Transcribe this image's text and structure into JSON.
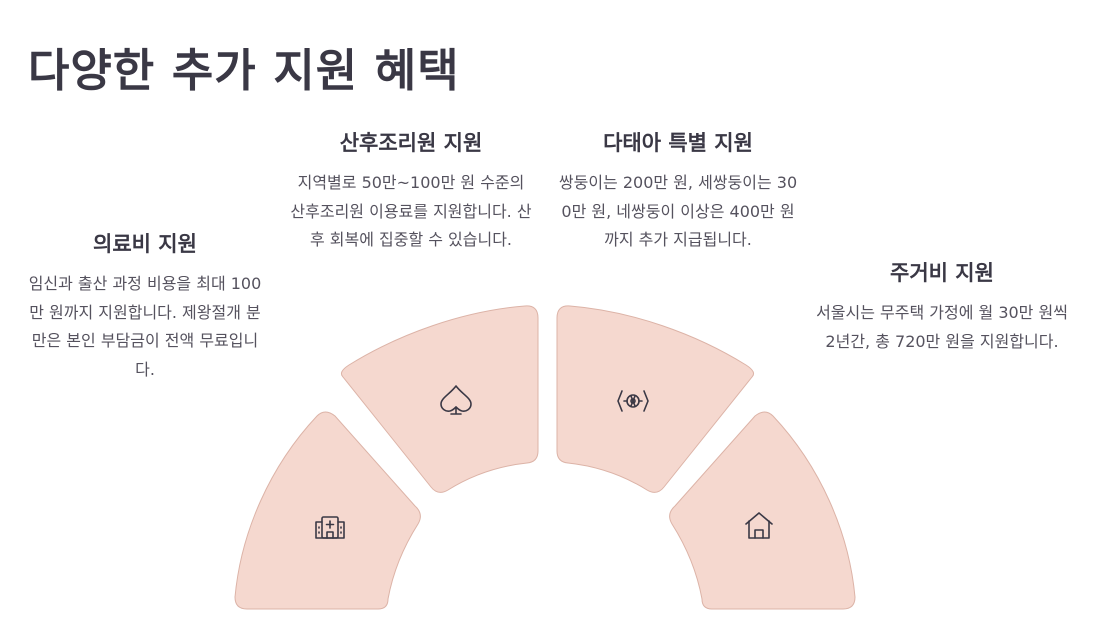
{
  "page": {
    "title": "다양한 추가 지원 혜택"
  },
  "benefits": [
    {
      "id": "medical",
      "title": "의료비 지원",
      "description": "임신과 출산 과정 비용을 최대 100만 원까지 지원합니다. 제왕절개 분만은 본인 부담금이 전액 무료입니다.",
      "icon": "hospital-icon"
    },
    {
      "id": "postnatal",
      "title": "산후조리원 지원",
      "description": "지역별로 50만~100만 원 수준의 산후조리원 이용료를 지원합니다. 산후 회복에 집중할 수 있습니다.",
      "icon": "spade-icon"
    },
    {
      "id": "multiple-birth",
      "title": "다태아 특별 지원",
      "description": "쌍둥이는 200만 원, 세쌍둥이는 300만 원, 네쌍둥이 이상은 400만 원까지 추가 지급됩니다.",
      "icon": "tie-fighter-icon"
    },
    {
      "id": "housing",
      "title": "주거비 지원",
      "description": "서울시는 무주택 가정에 월 30만 원씩 2년간, 총 720만 원을 지원합니다.",
      "icon": "home-icon"
    }
  ],
  "colors": {
    "segment_fill": "#f5d8cf",
    "segment_stroke": "#dcb3a7",
    "text_primary": "#3a3845",
    "text_secondary": "#55525e"
  }
}
